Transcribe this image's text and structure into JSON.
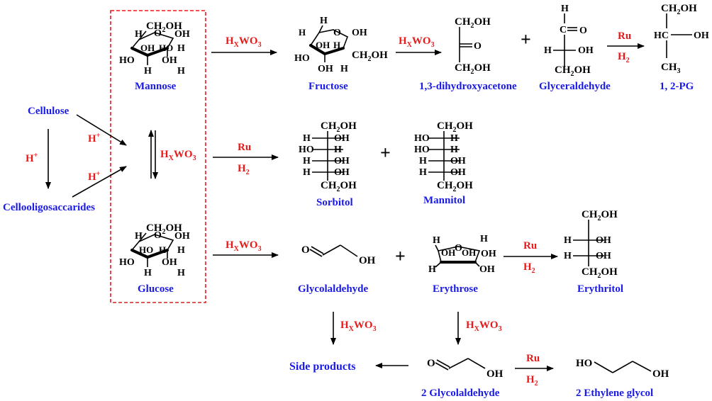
{
  "nodes": {
    "cellulose": "Cellulose",
    "cellooligo": "Cellooligosaccarides",
    "mannose": "Mannose",
    "glucose": "Glucose",
    "fructose": "Fructose",
    "dha": "1,3-dihydroxyacetone",
    "glyceraldehyde": "Glyceraldehyde",
    "pg": "1, 2-PG",
    "sorbitol": "Sorbitol",
    "mannitol": "Mannitol",
    "glycolaldehyde": "Glycolaldehyde",
    "erythrose": "Erythrose",
    "erythritol": "Erythritol",
    "side_products": "Side products",
    "glycolaldehyde2": "2 Glycolaldehyde",
    "ethylene_glycol": "2 Ethylene glycol"
  },
  "reagents": {
    "h_plus": "H",
    "h_plus_sup": "+",
    "hxwo3_h": "H",
    "hxwo3_x": "X",
    "hxwo3_wo": "WO",
    "hxwo3_3": "3",
    "ru": "Ru",
    "h2_h": "H",
    "h2_2": "2"
  },
  "atoms": {
    "oh": "OH",
    "ho": "HO",
    "h": "H",
    "o": "O",
    "ch2oh_ch": "CH",
    "ch2oh_2": "2",
    "ch2oh_oh": "OH",
    "ch3_ch": "CH",
    "ch3_3": "3",
    "hc": "HC",
    "c": "C",
    "plus": "+"
  },
  "colors": {
    "product_label": "#1a1ae6",
    "reagent_label": "#e61a1a",
    "box_border": "#e61a1a",
    "structure": "#000000"
  }
}
